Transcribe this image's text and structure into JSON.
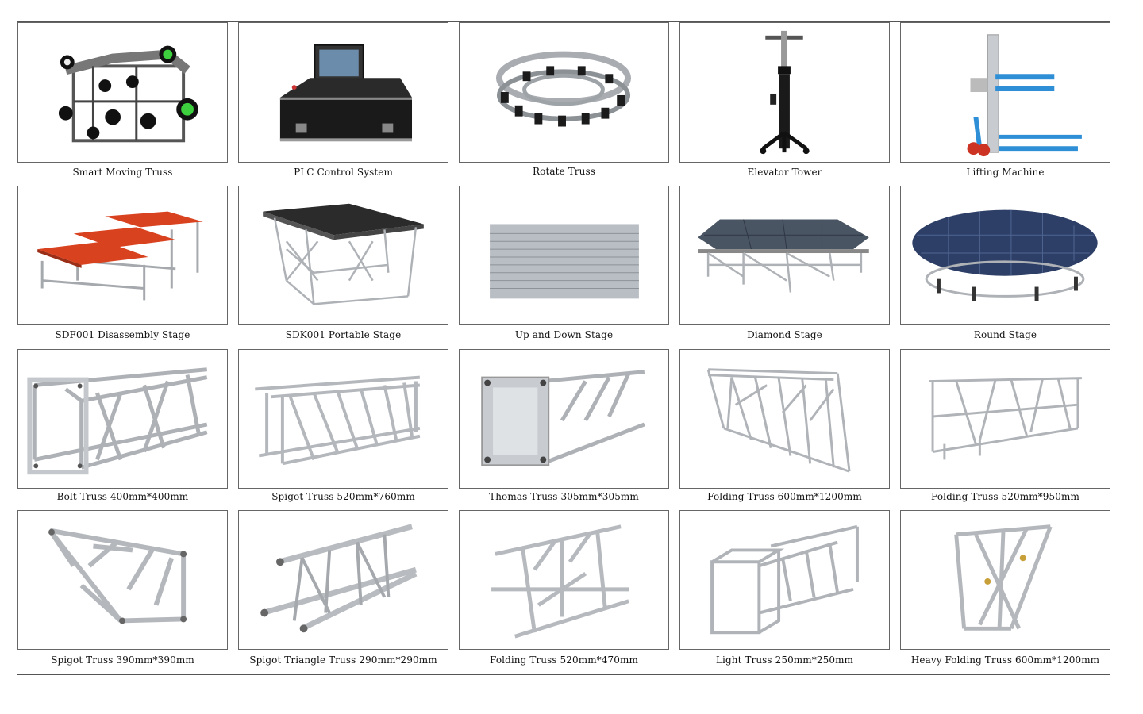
{
  "products": [
    {
      "name": "Smart Moving Truss",
      "icon": "smart-moving-truss-image"
    },
    {
      "name": "PLC Control System",
      "icon": "plc-control-system-image"
    },
    {
      "name": "Rotate Truss",
      "icon": "rotate-truss-image"
    },
    {
      "name": "Elevator Tower",
      "icon": "elevator-tower-image"
    },
    {
      "name": "Lifting Machine",
      "icon": "lifting-machine-image"
    },
    {
      "name": "SDF001 Disassembly Stage",
      "icon": "disassembly-stage-image"
    },
    {
      "name": "SDK001 Portable Stage",
      "icon": "portable-stage-image"
    },
    {
      "name": "Up and Down Stage",
      "icon": "up-down-stage-image"
    },
    {
      "name": "Diamond Stage",
      "icon": "diamond-stage-image"
    },
    {
      "name": "Round Stage",
      "icon": "round-stage-image"
    },
    {
      "name": "Bolt Truss 400mm*400mm",
      "icon": "bolt-truss-image"
    },
    {
      "name": "Spigot Truss 520mm*760mm",
      "icon": "spigot-truss-image"
    },
    {
      "name": "Thomas Truss 305mm*305mm",
      "icon": "thomas-truss-image"
    },
    {
      "name": "Folding Truss 600mm*1200mm",
      "icon": "folding-truss-image"
    },
    {
      "name": "Folding Truss 520mm*950mm",
      "icon": "folding-truss-image"
    },
    {
      "name": "Spigot Truss 390mm*390mm",
      "icon": "spigot-truss-image"
    },
    {
      "name": "Spigot Triangle Truss 290mm*290mm",
      "icon": "triangle-truss-image"
    },
    {
      "name": "Folding Truss 520mm*470mm",
      "icon": "folding-truss-image"
    },
    {
      "name": "Light Truss 250mm*250mm",
      "icon": "light-truss-image"
    },
    {
      "name": "Heavy Folding Truss 600mm*1200mm",
      "icon": "heavy-folding-truss-image"
    }
  ],
  "colors": {
    "stage_red": "#d9421f",
    "metal": "#b8bcc0",
    "dark": "#222222",
    "stage_blue": "#2d3f66",
    "lift_blue": "#2f8fd6"
  }
}
